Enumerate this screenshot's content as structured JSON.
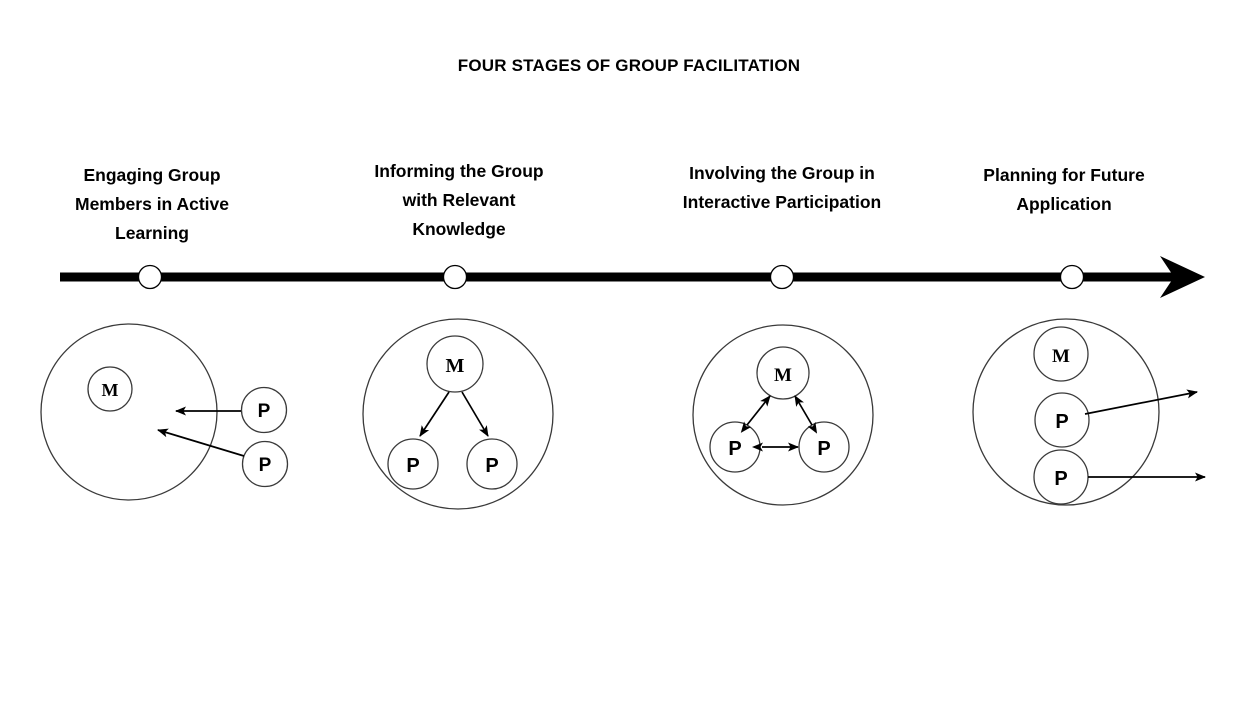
{
  "title": "FOUR STAGES OF GROUP FACILITATION",
  "colors": {
    "ink": "#000000",
    "background": "#ffffff",
    "timeline": "#000000",
    "node_fill": "#ffffff"
  },
  "timeline": {
    "orientation": "horizontal",
    "arrow_direction": "right",
    "node_count": 4,
    "node_labels": [
      "stage-1-node",
      "stage-2-node",
      "stage-3-node",
      "stage-4-node"
    ]
  },
  "stages": [
    {
      "index": 1,
      "label_lines": [
        "Engaging Group",
        "Members in Active",
        "Learning"
      ],
      "actors": {
        "facilitator": "M",
        "participants": [
          "P",
          "P"
        ]
      },
      "participants_inside_group": false,
      "arrows": "two arrows from outside participants pointing into the group circle",
      "arrow_count": 2
    },
    {
      "index": 2,
      "label_lines": [
        "Informing the Group",
        "with Relevant",
        "Knowledge"
      ],
      "actors": {
        "facilitator": "M",
        "participants": [
          "P",
          "P"
        ]
      },
      "participants_inside_group": true,
      "arrows": "one-way arrows from facilitator down to each participant",
      "arrow_count": 2
    },
    {
      "index": 3,
      "label_lines": [
        "Involving the Group in",
        "Interactive Participation"
      ],
      "actors": {
        "facilitator": "M",
        "participants": [
          "P",
          "P"
        ]
      },
      "participants_inside_group": true,
      "arrows": "double-headed arrows between all three members forming a triangle",
      "arrow_count": 3
    },
    {
      "index": 4,
      "label_lines": [
        "Planning for Future",
        "Application"
      ],
      "actors": {
        "facilitator": "M",
        "participants": [
          "P",
          "P"
        ]
      },
      "participants_inside_group": true,
      "arrows": "two arrows from participants pointing out of the group circle to the right",
      "arrow_count": 2
    }
  ]
}
